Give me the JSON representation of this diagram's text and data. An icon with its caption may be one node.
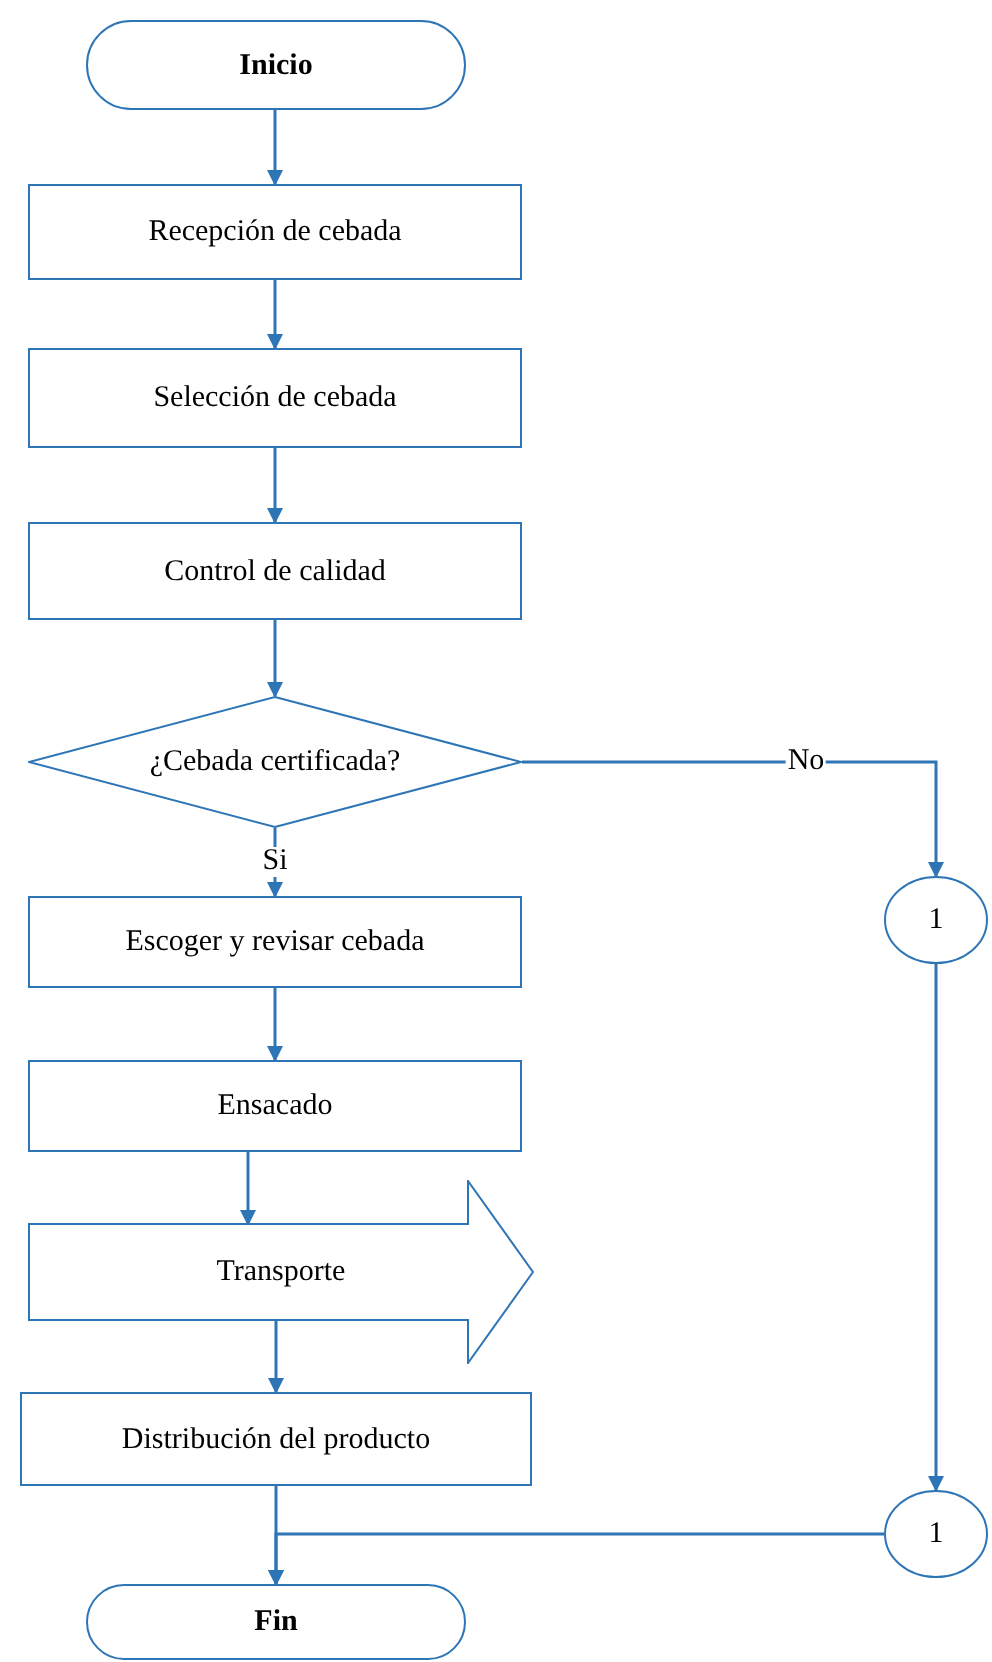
{
  "diagram": {
    "nodes": [
      {
        "text": [
          "Inicio"
        ]
      },
      {
        "text": [
          "Recepción de cebada"
        ]
      },
      {
        "text": [
          "Selección de cebada"
        ]
      },
      {
        "text": [
          "Control de calidad"
        ]
      },
      {
        "text": [
          "¿Cebada certificada?"
        ]
      },
      {
        "text": [
          "Escoger y revisar cebada"
        ]
      },
      {
        "text": [
          "Ensacado"
        ]
      },
      {
        "text": [
          "Transporte"
        ]
      },
      {
        "text": [
          "Distribución del producto"
        ]
      },
      {
        "text": [
          "Fin"
        ]
      },
      {
        "text": [
          "1"
        ]
      },
      {
        "text": [
          "1"
        ]
      }
    ],
    "edges": [
      {
        "from": 0,
        "to": 1,
        "arrow": "to"
      },
      {
        "from": 1,
        "to": 2,
        "arrow": "to"
      },
      {
        "from": 2,
        "to": 3,
        "arrow": "to"
      },
      {
        "from": 3,
        "to": 4,
        "arrow": "to"
      },
      {
        "from": 4,
        "to": 5,
        "arrow": "to",
        "label": "Si"
      },
      {
        "from": 5,
        "to": 6,
        "arrow": "to"
      },
      {
        "from": 6,
        "to": 7,
        "arrow": "to"
      },
      {
        "from": 7,
        "to": 8,
        "arrow": "to"
      },
      {
        "from": 8,
        "to": 9,
        "arrow": "to"
      },
      {
        "from": 4,
        "to": 10,
        "arrow": "to",
        "label": "No"
      },
      {
        "from": 10,
        "to": 11,
        "arrow": "to"
      },
      {
        "from": 11,
        "to": 9,
        "arrow": "to"
      }
    ]
  }
}
